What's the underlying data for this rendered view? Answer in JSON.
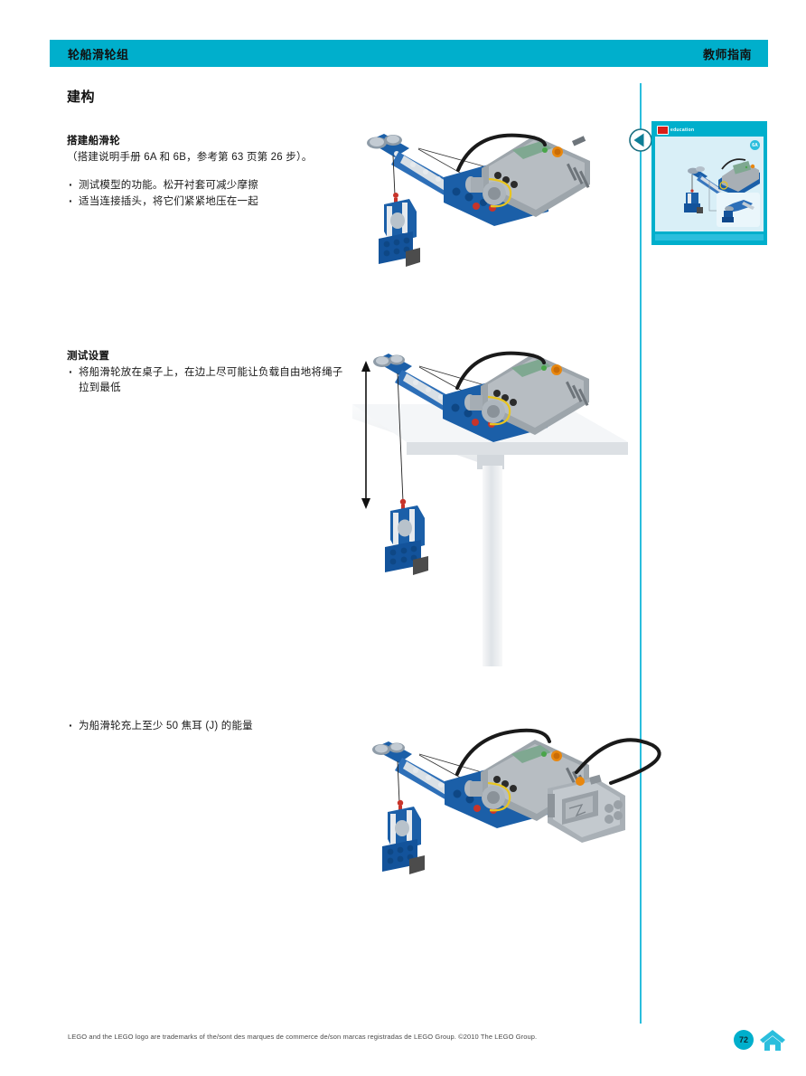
{
  "header": {
    "title": "轮船滑轮组",
    "subtitle": "教师指南",
    "bar_color": "#00AFCC"
  },
  "content": {
    "section_heading": "建构",
    "build_section": {
      "sub_heading": "搭建船滑轮",
      "reference_line": "（搭建说明手册 6A 和 6B，参考第 63 页第 26 步）。",
      "bullets": [
        "测试模型的功能。松开衬套可减少摩擦",
        "适当连接插头，将它们紧紧地压在一起"
      ]
    },
    "test_setup_section": {
      "sub_heading": "测试设置",
      "bullets": [
        "将船滑轮放在桌子上，在边上尽可能让负载自由地将绳子拉到最低"
      ]
    },
    "energy_section": {
      "bullets": [
        "为船滑轮充上至少 50 焦耳 (J) 的能量"
      ]
    }
  },
  "thumbnail": {
    "brand_logo": "lego-logo",
    "brand_word": "education",
    "step_number": "6A",
    "background_color": "#00AFCC",
    "canvas_color": "#D9EFF7"
  },
  "illustrations": {
    "build_model_alt": "LEGO 船滑轮模型与 NXT 控制器",
    "test_setup_alt": "船滑轮放在桌边，负载悬挂于桌下，双向箭头标示行程",
    "energy_model_alt": "船滑轮模型连接电池盒"
  },
  "navigation": {
    "prev_arrow": "left-arrow-marker",
    "divider_color": "#2BBEDD"
  },
  "footer": {
    "legal": "LEGO and the LEGO logo are trademarks of the/sont des marques de commerce de/son marcas registradas de LEGO Group. ©2010 The LEGO Group.",
    "page_number": "72",
    "home_label": "home-icon"
  }
}
